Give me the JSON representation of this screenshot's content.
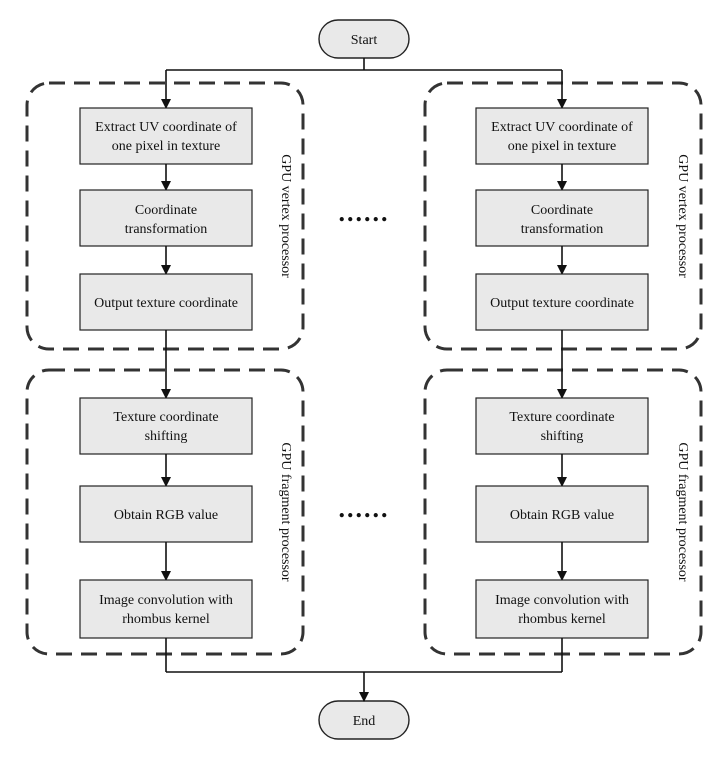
{
  "terminals": {
    "start": "Start",
    "end": "End"
  },
  "left_column": {
    "vertex_steps": [
      [
        "Extract UV coordinate of",
        "one pixel in texture"
      ],
      [
        "Coordinate",
        "transformation"
      ],
      [
        "Output texture coordinate"
      ]
    ],
    "fragment_steps": [
      [
        "Texture coordinate",
        "shifting"
      ],
      [
        "Obtain RGB value"
      ],
      [
        "Image convolution with",
        "rhombus kernel"
      ]
    ]
  },
  "right_column": {
    "vertex_steps": [
      [
        "Extract UV coordinate of",
        "one pixel in texture"
      ],
      [
        "Coordinate",
        "transformation"
      ],
      [
        "Output texture coordinate"
      ]
    ],
    "fragment_steps": [
      [
        "Texture coordinate",
        "shifting"
      ],
      [
        "Obtain RGB value"
      ],
      [
        "Image convolution with",
        "rhombus kernel"
      ]
    ]
  },
  "group_labels": {
    "vertex": "GPU vertex processor",
    "fragment": "GPU fragment processor"
  },
  "ellipsis": "......"
}
